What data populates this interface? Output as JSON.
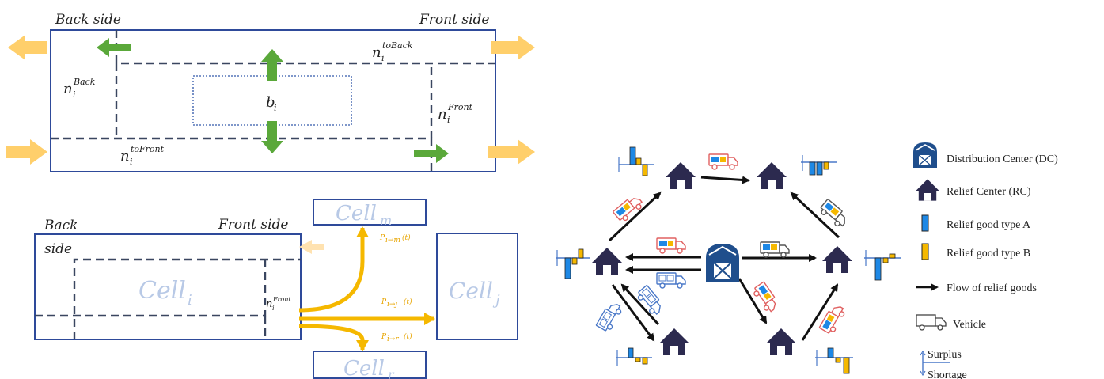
{
  "top_panel": {
    "back_side": "Back side",
    "front_side": "Front side",
    "n_back_base": "n",
    "n_back_sub": "i",
    "n_back_sup": "Back",
    "n_toback_base": "n",
    "n_toback_sub": "i",
    "n_toback_sup": "toBack",
    "n_front_base": "n",
    "n_front_sub": "i",
    "n_front_sup": "Front",
    "n_tofront_base": "n",
    "n_tofront_sub": "i",
    "n_tofront_sup": "toFront",
    "b_base": "b",
    "b_sub": "i"
  },
  "bottom_panel": {
    "back_side_1": "Back",
    "back_side_2": "side",
    "front_side": "Front side",
    "cell_i_base": "Cell",
    "cell_i_sub": "i",
    "cell_j_base": "Cell",
    "cell_j_sub": "j",
    "cell_m_base": "Cell",
    "cell_m_sub": "m",
    "cell_r_base": "Cell",
    "cell_r_sub": "r",
    "n_front_base": "n",
    "n_front_sub": "i",
    "n_front_sup": "Front",
    "p_im": "P",
    "p_im_sub": "i→m",
    "p_im_t": "(t)",
    "p_ij": "P",
    "p_ij_sub": "i→j",
    "p_ij_t": "(t)",
    "p_ir": "P",
    "p_ir_sub": "i→r",
    "p_ir_t": "(t)"
  },
  "legend": {
    "dc": "Distribution Center (DC)",
    "rc": "Relief Center (RC)",
    "type_a": "Relief good type A",
    "type_b": "Relief good type B",
    "flow": "Flow of relief goods",
    "vehicle": "Vehicle",
    "surplus": "Surplus",
    "shortage": "Shortage"
  },
  "colors": {
    "box_blue": "#2e4a9a",
    "dash_dark": "#3a4660",
    "yellow_arrow": "#ffcf6b",
    "green_arrow": "#5aa83a",
    "flow_yellow": "#f5b800",
    "house_navy": "#2c2a4f",
    "dc_blue": "#1f4e8c",
    "type_a": "#1e88e5",
    "type_b": "#f5b800",
    "cell_text": "#b8c9e6"
  }
}
